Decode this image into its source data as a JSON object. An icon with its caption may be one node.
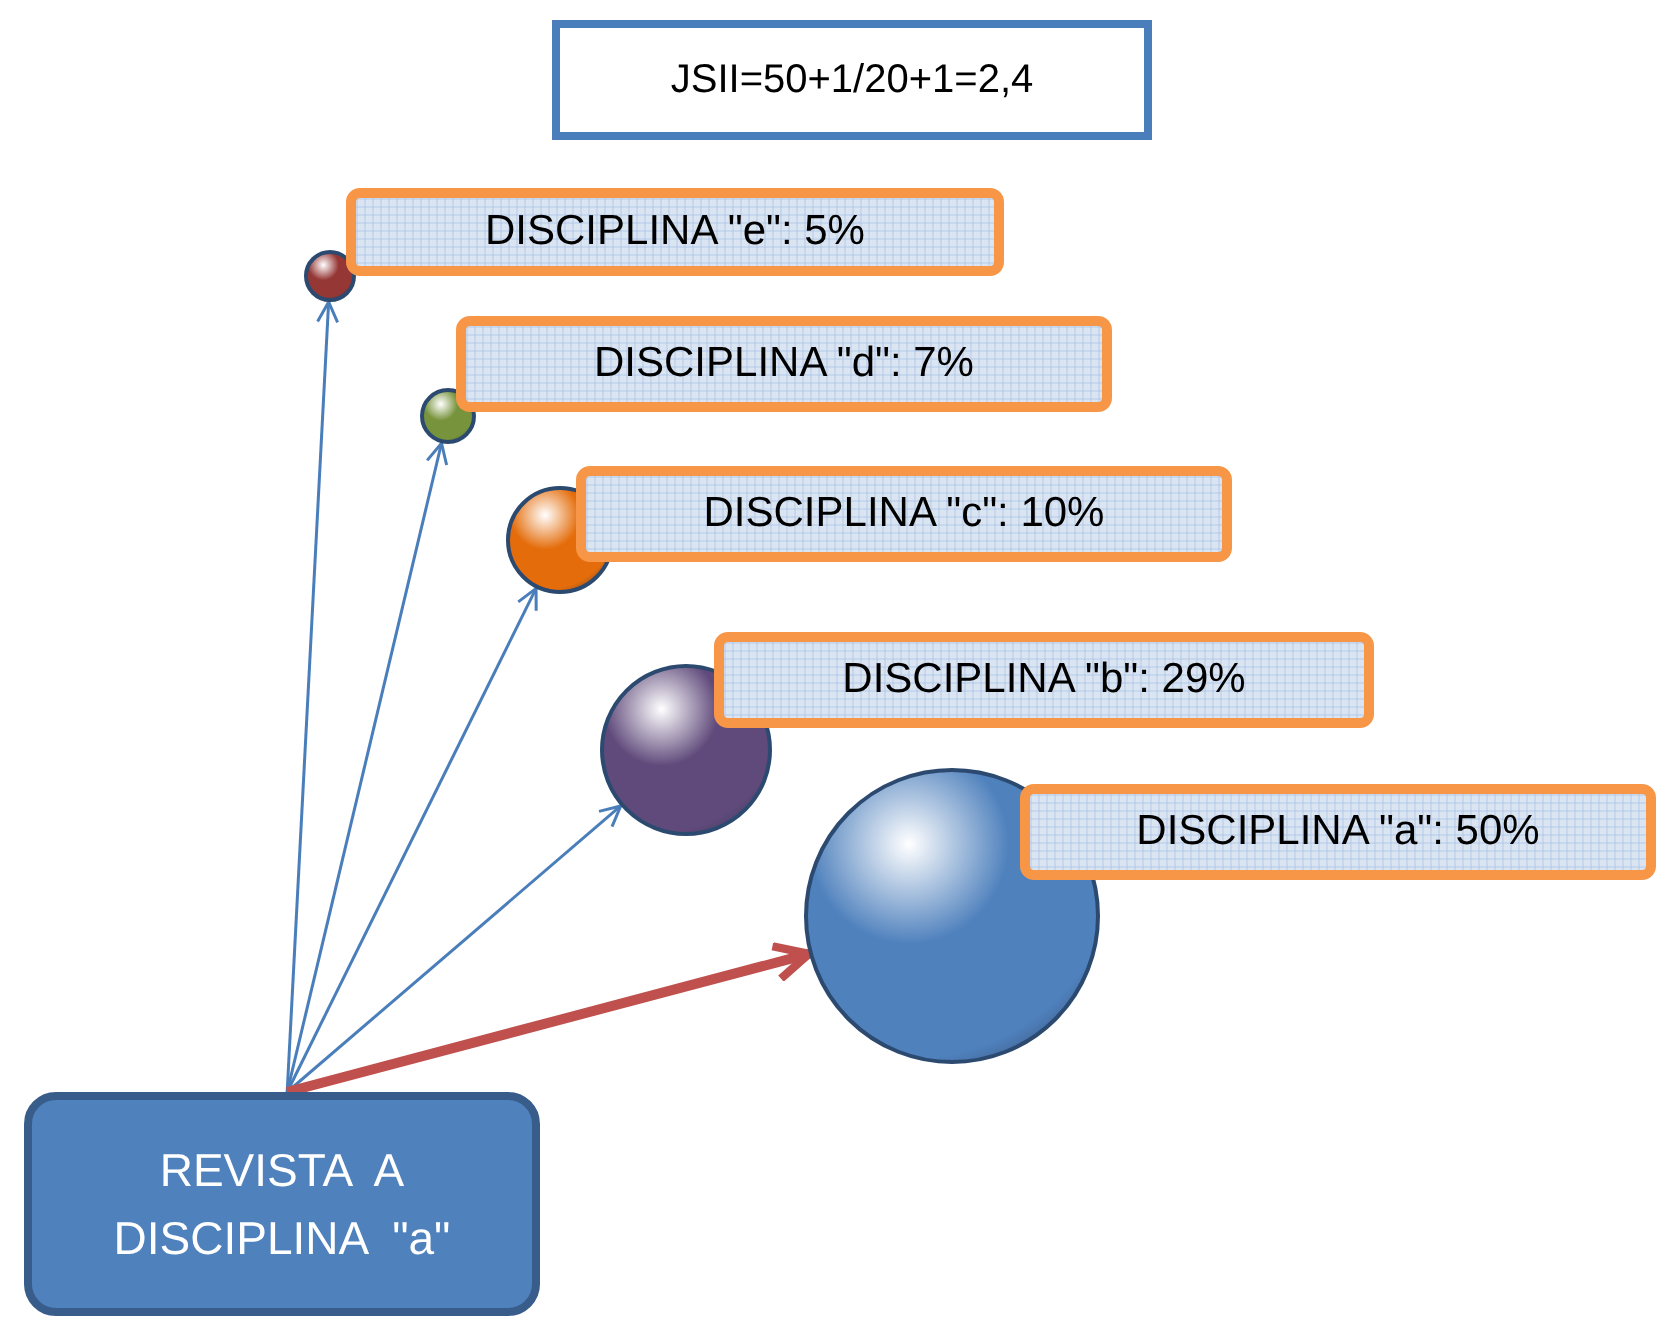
{
  "diagram": {
    "nodes": [
      {
        "text": [
          "JSII=50+1/20+1=2,4"
        ]
      },
      {
        "text": [
          "DISCIPLINA \"e\":  5%"
        ]
      },
      {
        "text": [],
        "shape": "circle"
      },
      {
        "text": [
          "DISCIPLINA \"d\":  7%"
        ]
      },
      {
        "text": [],
        "shape": "circle"
      },
      {
        "text": [
          "DISCIPLINA \"c\":  10%"
        ]
      },
      {
        "text": [],
        "shape": "circle"
      },
      {
        "text": [
          "DISCIPLINA \"b\":  29%"
        ]
      },
      {
        "text": [],
        "shape": "circle"
      },
      {
        "text": [
          "DISCIPLINA \"a\":  50%"
        ]
      },
      {
        "text": [],
        "shape": "circle"
      },
      {
        "text": [
          "REVISTA  A DISCIPLINA  \"a\""
        ]
      }
    ],
    "edges": [
      {
        "from": 11,
        "to": 2,
        "arrow": "to"
      },
      {
        "from": 11,
        "to": 4,
        "arrow": "to"
      },
      {
        "from": 11,
        "to": 6,
        "arrow": "to"
      },
      {
        "from": 11,
        "to": 8,
        "arrow": "to"
      },
      {
        "from": 11,
        "to": 10,
        "arrow": "to",
        "style": "thick",
        "color": "#c0504d"
      }
    ]
  }
}
